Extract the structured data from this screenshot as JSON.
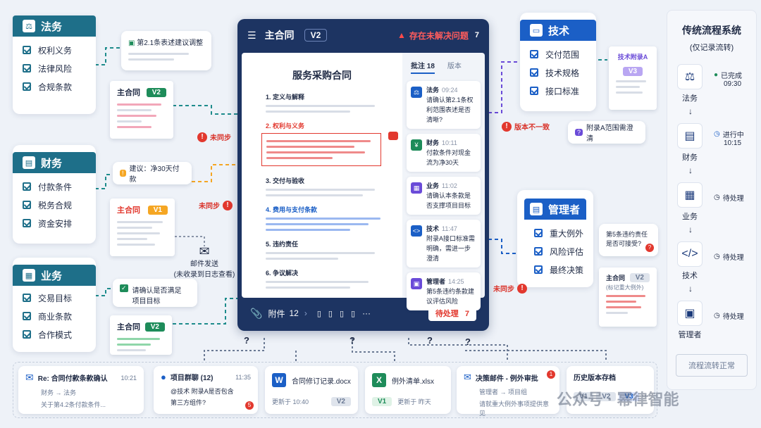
{
  "depts": {
    "legal": {
      "name": "法务",
      "items": [
        "权利义务",
        "法律风险",
        "合规条款"
      ]
    },
    "finance": {
      "name": "财务",
      "items": [
        "付款条件",
        "税务合规",
        "资金安排"
      ]
    },
    "business": {
      "name": "业务",
      "items": [
        "交易目标",
        "商业条款",
        "合作模式"
      ]
    },
    "tech": {
      "name": "技术",
      "items": [
        "交付范围",
        "技术规格",
        "接口标准"
      ]
    },
    "manager": {
      "name": "管理者",
      "items": [
        "重大例外",
        "风险评估",
        "最终决策"
      ]
    }
  },
  "bubbles": {
    "legal": "第2.1条表述建议调整",
    "finance": "建议：净30天付款",
    "business": "请确认是否满足项目目标",
    "tech_annex": "附录A范围需澄清",
    "manager_q": "第5条违约责任是否可接受?"
  },
  "docs": {
    "legal": {
      "title": "主合同",
      "ver": "V2"
    },
    "finance": {
      "title": "主合同",
      "ver": "V1"
    },
    "business": {
      "title": "主合同",
      "ver": "V2"
    },
    "tech": {
      "title": "技术附录A",
      "ver": "V3"
    },
    "manager": {
      "title": "主合同",
      "ver": "V2",
      "note": "(标记重大例外)"
    }
  },
  "warnings": {
    "w1": "未同步",
    "w2": "未同步",
    "w3": "版本不一致",
    "w4": "未同步"
  },
  "mail": {
    "label": "邮件发送",
    "note": "(未收录到日志查看)"
  },
  "main": {
    "title": "主合同",
    "ver": "V2",
    "alert": "存在未解决问题",
    "alert_count": "7",
    "doc_title": "服务采购合同",
    "sections": [
      "1. 定义与解释",
      "2. 权利与义务",
      "3. 交付与验收",
      "4. 费用与支付条款",
      "5. 违约责任",
      "6. 争议解决"
    ],
    "tabs": {
      "comments": "批注",
      "comments_count": "18",
      "versions": "版本"
    },
    "annotations": [
      {
        "who": "法务",
        "time": "09:24",
        "text": "请确认第2.1条权利范围表述是否清晰?"
      },
      {
        "who": "财务",
        "time": "10:11",
        "text": "付款条件对现金流为净30天"
      },
      {
        "who": "业务",
        "time": "11:02",
        "text": "请确认本条款是否支撑项目目标"
      },
      {
        "who": "技术",
        "time": "11:47",
        "text": "附录A接口标准需明确，需进一步澄清"
      },
      {
        "who": "管理者",
        "time": "14:25",
        "text": "第5条违约条款建议评估风险"
      }
    ],
    "attach_label": "附件",
    "attach_count": "12",
    "pending_label": "待处理",
    "pending_count": "7"
  },
  "bottom": {
    "email": {
      "title": "Re: 合同付款条款确认",
      "time": "10:21",
      "route": "财务 → 法务",
      "body": "关于第4.2条付款条件..."
    },
    "chat": {
      "title": "项目群聊 (12)",
      "time": "11:35",
      "body1": "@技术 附录A是否包含",
      "body2": "第三方组件?",
      "badge": "5"
    },
    "word": {
      "name": "合同修订记录.docx",
      "updated": "更新于 10:40",
      "ver": "V2",
      "icon": "W"
    },
    "excel": {
      "name": "例外清单.xlsx",
      "updated": "更新于 昨天",
      "ver": "V1",
      "icon": "X"
    },
    "approval": {
      "title": "决策邮件 - 例外审批",
      "route": "管理者 → 项目组",
      "body": "请就重大例外事项提供意见",
      "badge": "1"
    },
    "history": {
      "title": "历史版本存档",
      "v1": "V1",
      "v2": "V2",
      "v3": "V3"
    }
  },
  "right": {
    "title": "传统流程系统",
    "subtitle": "(仅记录流转)",
    "steps": [
      {
        "name": "法务",
        "status": "已完成",
        "time": "09:30"
      },
      {
        "name": "财务",
        "status": "进行中",
        "time": "10:15"
      },
      {
        "name": "业务",
        "status": "待处理",
        "time": ""
      },
      {
        "name": "技术",
        "status": "待处理",
        "time": ""
      },
      {
        "name": "管理者",
        "status": "待处理",
        "time": ""
      }
    ],
    "footer": "流程流转正常"
  },
  "watermark": "公众号 · 幂律智能",
  "colors": {
    "teal": "#1e6f89",
    "blue": "#1b5fc6",
    "red": "#e2382e",
    "green": "#1e8c5a",
    "orange": "#f5a623"
  }
}
